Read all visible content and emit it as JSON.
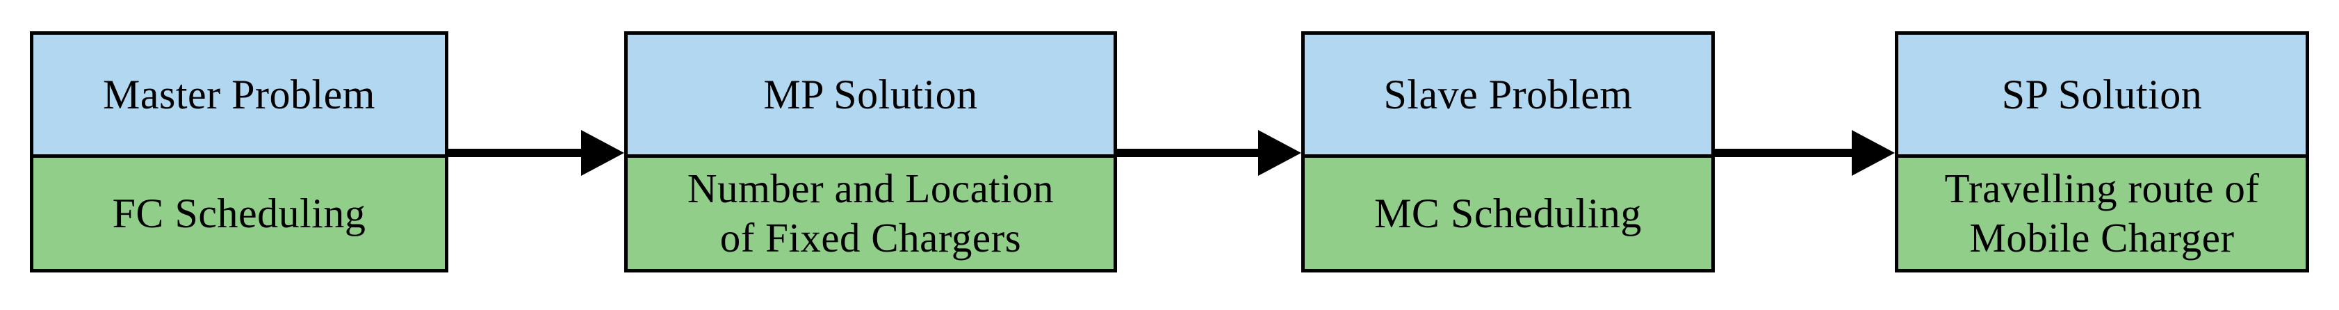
{
  "diagram": {
    "title": "Master-Slave decomposition flow",
    "colors": {
      "header_fill": "#b2d7f0",
      "body_fill": "#90ce8a",
      "stroke": "#000000",
      "background": "#ffffff"
    },
    "nodes": [
      {
        "id": "master-problem",
        "header": "Master Problem",
        "body": "FC Scheduling"
      },
      {
        "id": "mp-solution",
        "header": "MP Solution",
        "body": "Number and Location\nof Fixed Chargers"
      },
      {
        "id": "slave-problem",
        "header": "Slave Problem",
        "body": "MC Scheduling"
      },
      {
        "id": "sp-solution",
        "header": "SP Solution",
        "body": "Travelling route of\nMobile Charger"
      }
    ],
    "connectors": [
      {
        "id": "arrow-1",
        "from": "master-problem",
        "to": "mp-solution",
        "icon": "arrow-right-icon"
      },
      {
        "id": "arrow-2",
        "from": "mp-solution",
        "to": "slave-problem",
        "icon": "arrow-right-icon"
      },
      {
        "id": "arrow-3",
        "from": "slave-problem",
        "to": "sp-solution",
        "icon": "arrow-right-icon"
      }
    ]
  }
}
